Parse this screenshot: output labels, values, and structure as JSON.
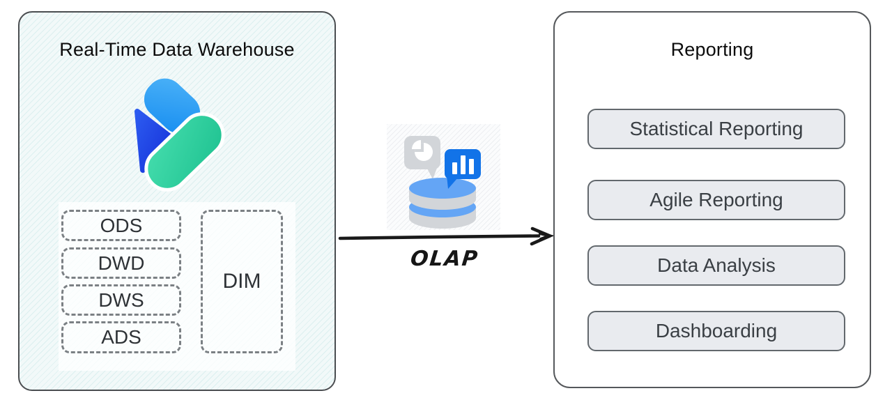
{
  "diagram": {
    "left_panel": {
      "title": "Real-Time Data Warehouse",
      "logo_icon": "data-warehouse-logo-icon",
      "layers": [
        {
          "label": "ODS"
        },
        {
          "label": "DWD"
        },
        {
          "label": "DWS"
        },
        {
          "label": "ADS"
        }
      ],
      "dim_label": "DIM"
    },
    "connector": {
      "icon": "olap-database-analytics-icon",
      "arrow": "right-arrow",
      "label": "OLAP"
    },
    "right_panel": {
      "title": "Reporting",
      "items": [
        "Statistical Reporting",
        "Agile Reporting",
        "Data Analysis",
        "Dashboarding"
      ]
    },
    "colors": {
      "logo_light_blue": "#2d9ff2",
      "logo_dark_blue": "#1d42e3",
      "logo_teal": "#2fd3a2",
      "bubble_blue": "#1273e8",
      "cylinder_disc_blue": "#64a5f5",
      "icon_gray": "#d2d5d9",
      "report_box_fill": "#e9ebef",
      "report_box_border": "#62686d",
      "dashed_border": "#7b8084",
      "panel_hatch": "#cfeaea",
      "arrow_black": "#1a1a1a"
    }
  }
}
